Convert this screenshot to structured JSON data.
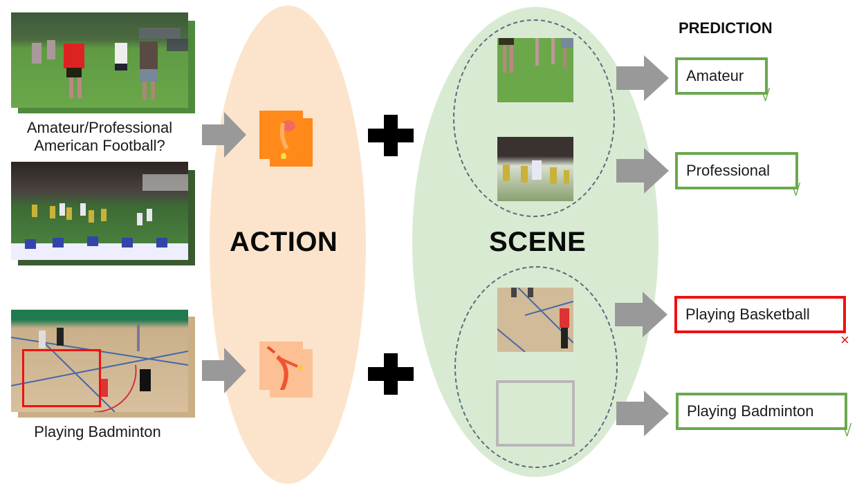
{
  "title": "PREDICTION",
  "inputs": [
    {
      "caption_line1": "Amateur/Professional",
      "caption_line2": "American Football?",
      "scene_type": "grass-field-players"
    },
    {
      "scene_type": "stadium-night-football"
    },
    {
      "caption_line1": "Playing Badminton",
      "scene_type": "indoor-court",
      "highlight_box_color": "#ee1111"
    }
  ],
  "action": {
    "label": "ACTION",
    "color": "#fce4cc"
  },
  "scene": {
    "label": "SCENE",
    "color": "#d9ead3",
    "dash_color": "#556677"
  },
  "operator_icon": "plus-icon",
  "predictions": [
    {
      "label": "Amateur",
      "correct": true,
      "mark": "√"
    },
    {
      "label": "Professional",
      "correct": true,
      "mark": "√"
    },
    {
      "label": "Playing Basketball",
      "correct": false,
      "mark": "×"
    },
    {
      "label": "Playing Badminton",
      "correct": true,
      "mark": "√"
    }
  ],
  "colors": {
    "correct": "#6aa84f",
    "wrong": "#ee1111",
    "arrow": "#999999",
    "empty_scene": "#b7b7b7"
  }
}
